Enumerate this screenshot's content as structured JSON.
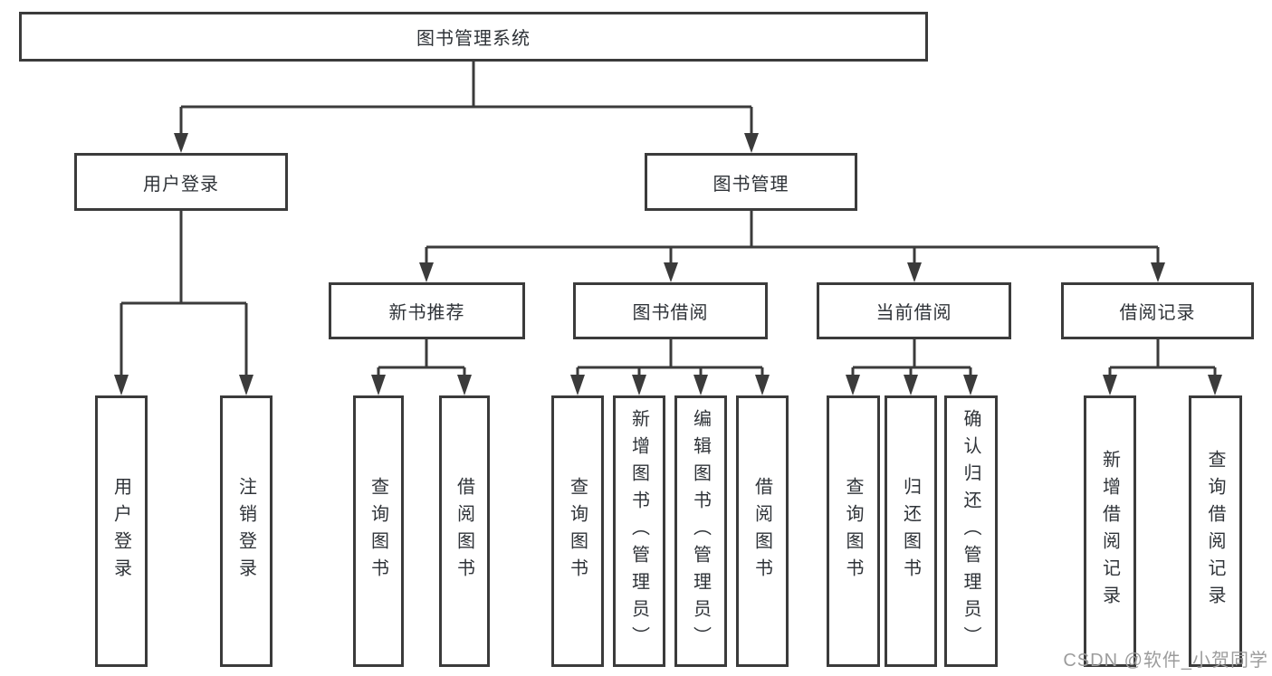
{
  "diagram": {
    "title": "图书管理系统",
    "groups": [
      {
        "label": "用户登录",
        "leaves": [
          "用户登录",
          "注销登录"
        ]
      },
      {
        "label": "图书管理",
        "sections": [
          {
            "label": "新书推荐",
            "leaves": [
              "查询图书",
              "借阅图书"
            ]
          },
          {
            "label": "图书借阅",
            "leaves": [
              "查询图书",
              "新增图书（管理员）",
              "编辑图书（管理员）",
              "借阅图书"
            ]
          },
          {
            "label": "当前借阅",
            "leaves": [
              "查询图书",
              "归还图书",
              "确认归还（管理员）"
            ]
          },
          {
            "label": "借阅记录",
            "leaves": [
              "新增借阅记录",
              "查询借阅记录"
            ]
          }
        ]
      }
    ]
  },
  "watermark": {
    "text": "CSDN @软件_小贺同学",
    "color": "#9c9c9c"
  },
  "colors": {
    "line": "#3b3b3b",
    "box_border": "#3b3b3b",
    "text": "#2f3338",
    "background": "#ffffff"
  }
}
